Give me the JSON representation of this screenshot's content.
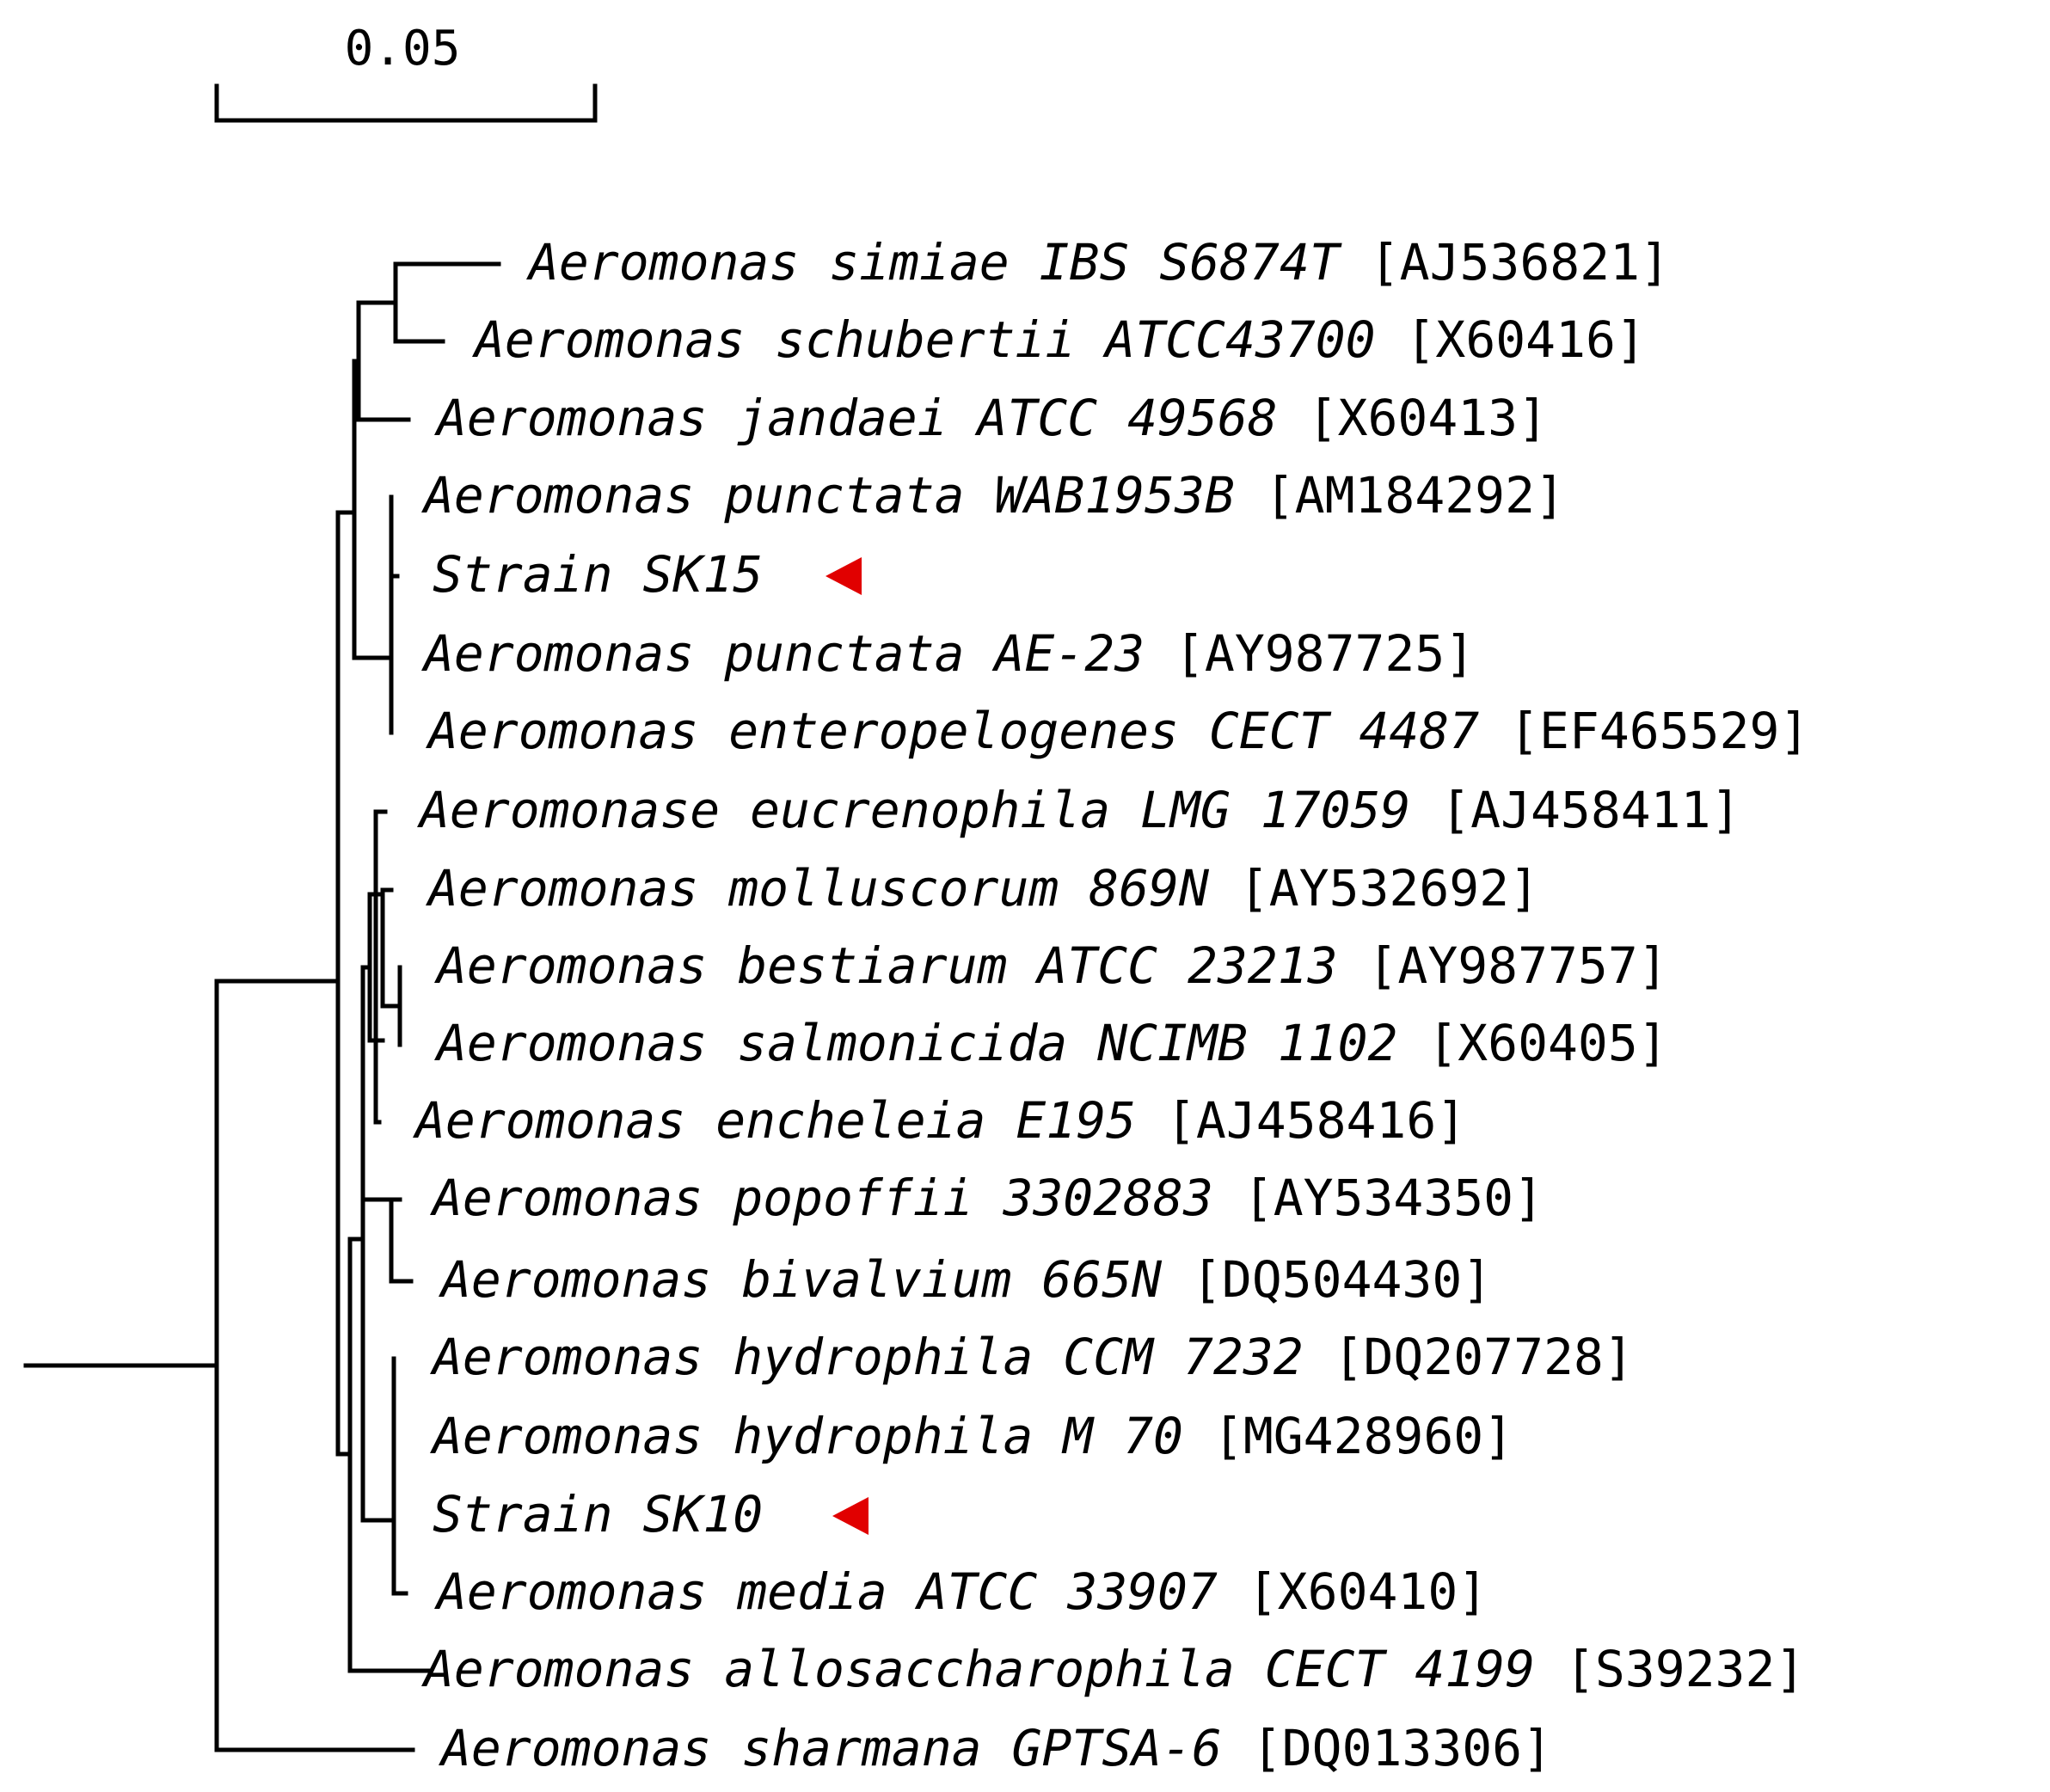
{
  "scale_bar": {
    "label": "0.05",
    "value": 0.05
  },
  "marker_color": "#e10000",
  "tips": [
    {
      "species": "Aeromonas simiae IBS S6874T",
      "accession": "[AJ536821]"
    },
    {
      "species": "Aeromonas schubertii ATCC43700",
      "accession": "[X60416]"
    },
    {
      "species": "Aeromonas jandaei ATCC 49568",
      "accession": "[X60413]"
    },
    {
      "species": "Aeromonas punctata WAB1953B",
      "accession": "[AM184292]"
    },
    {
      "species": "Strain SK15",
      "accession": "",
      "highlight": true
    },
    {
      "species": "Aeromonas punctata AE-23",
      "accession": "[AY987725]"
    },
    {
      "species": "Aeromonas enteropelogenes CECT 4487",
      "accession": "[EF465529]"
    },
    {
      "species": "Aeromonase eucrenophila LMG 17059",
      "accession": "[AJ458411]"
    },
    {
      "species": "Aeromonas molluscorum 869N",
      "accession": "[AY532692]"
    },
    {
      "species": "Aeromonas bestiarum ATCC 23213",
      "accession": "[AY987757]"
    },
    {
      "species": "Aeromonas salmonicida NCIMB 1102",
      "accession": "[X60405]"
    },
    {
      "species": "Aeromonas encheleia E195",
      "accession": "[AJ458416]"
    },
    {
      "species": "Aeromonas popoffii 3302883",
      "accession": "[AY534350]"
    },
    {
      "species": "Aeromonas bivalvium 665N",
      "accession": "[DQ504430]"
    },
    {
      "species": "Aeromonas hydrophila CCM 7232",
      "accession": "[DQ207728]"
    },
    {
      "species": "Aeromonas hydrophila M 70",
      "accession": "[MG428960]"
    },
    {
      "species": "Strain SK10",
      "accession": "",
      "highlight": true
    },
    {
      "species": "Aeromonas media ATCC 33907",
      "accession": "[X60410]"
    },
    {
      "species": "Aeromonas allosaccharophila CECT 4199",
      "accession": "[S39232]"
    },
    {
      "species": "Aeromonas sharmana GPTSA-6",
      "accession": "[DQ013306]"
    }
  ]
}
